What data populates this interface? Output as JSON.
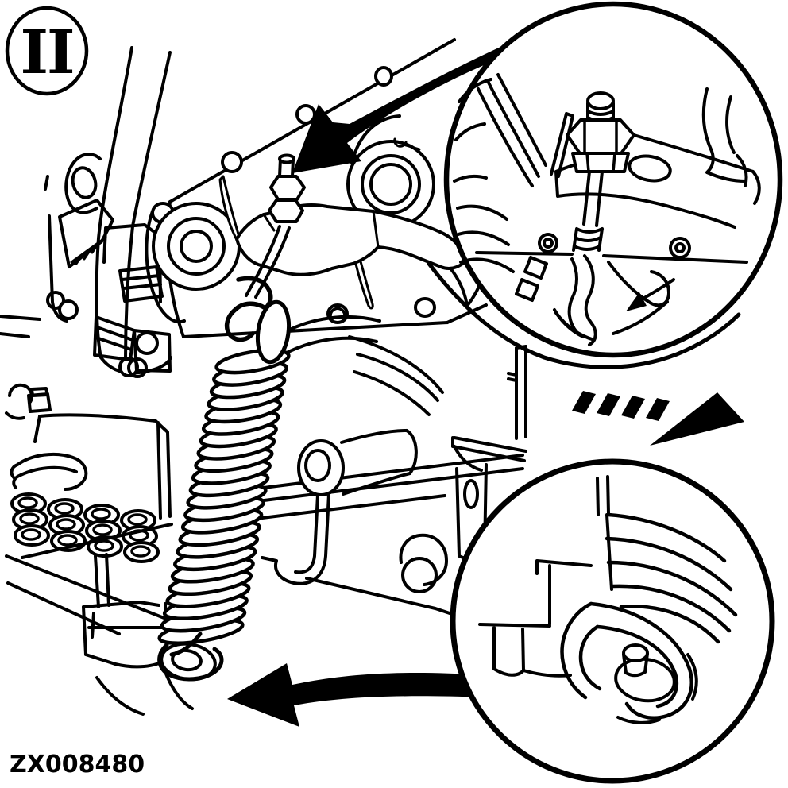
{
  "figure": {
    "step_marker": "II",
    "figure_code": "ZX008480",
    "type": "service-manual-line-illustration",
    "colors": {
      "line": "#000000",
      "background": "#ffffff"
    },
    "callouts": [
      {
        "name": "adjuster-nut-detail",
        "position": "top-right"
      },
      {
        "name": "spring-lower-hook-detail",
        "position": "bottom-right"
      }
    ],
    "arrows": [
      {
        "name": "curved-arrow-to-adjuster-nut"
      },
      {
        "name": "curved-arrow-to-spring-lower-hook"
      },
      {
        "name": "striped-direction-arrow"
      },
      {
        "name": "small-arrow-in-adjuster-callout"
      }
    ]
  }
}
